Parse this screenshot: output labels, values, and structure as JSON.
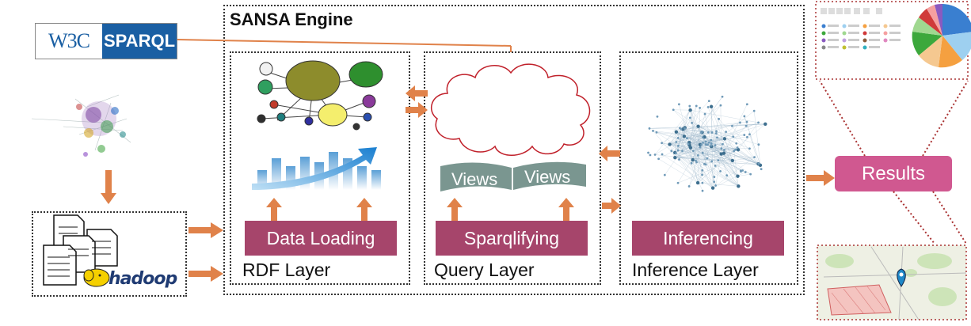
{
  "engine": {
    "title": "SANSA Engine"
  },
  "sparql_logo": {
    "left": "W3C",
    "right": "SPARQL"
  },
  "hadoop_logo": {
    "text": "hadoop"
  },
  "layers": {
    "rdf": {
      "label": "RDF Layer",
      "action": "Data Loading"
    },
    "query": {
      "label": "Query Layer",
      "action": "Sparqlifying",
      "views": [
        "Views",
        "Views"
      ]
    },
    "inference": {
      "label": "Inference Layer",
      "action": "Inferencing"
    }
  },
  "results": {
    "label": "Results"
  },
  "colors": {
    "arrow": "#e0824a",
    "action_box": "#a6456b",
    "results_box": "#d05890",
    "views_box": "#7a9690",
    "sparql_blue": "#1a5fa3"
  },
  "icons": [
    "graph-network-icon",
    "document-stack-icon",
    "hadoop-elephant-icon",
    "pie-chart-icon",
    "bubble-graph-icon",
    "bar-chart-icon",
    "cloud-icon",
    "dense-network-icon",
    "map-icon"
  ]
}
